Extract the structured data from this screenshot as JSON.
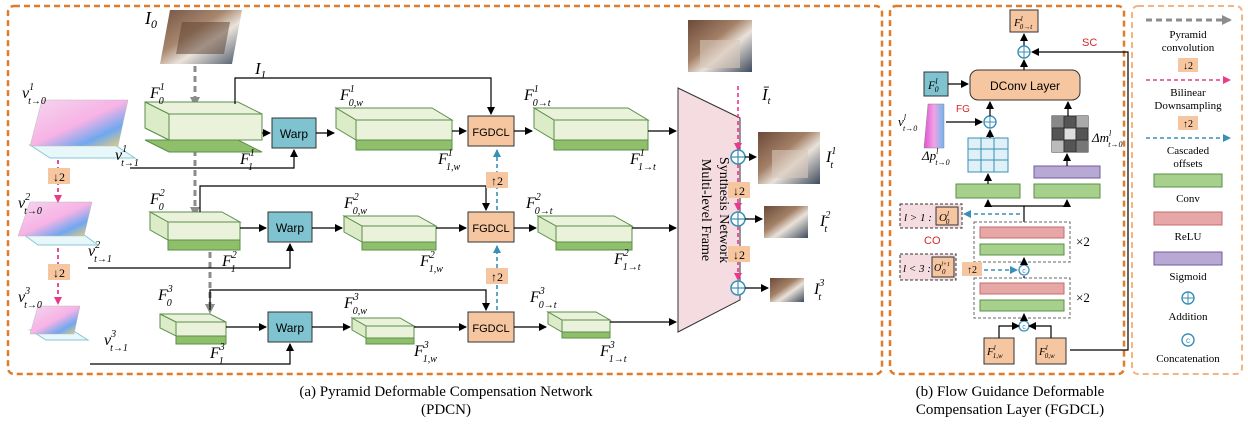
{
  "colors": {
    "orange_border": "#E07B2A",
    "feature_fill": "#EAF2DC",
    "feature_stroke": "#5A8F47",
    "feature_bottom": "#8FBF6A",
    "warp_fill": "#7EC3CF",
    "fgdcl_fill": "#F6C6A0",
    "synthesis_fill": "#F5DCE0",
    "conv_fill": "#A8D08D",
    "relu_fill": "#E8A7A7",
    "sigmoid_fill": "#B8A9D4",
    "pyramid_arrow": "#8C8C8C",
    "bilinear_arrow": "#E8398B",
    "cascade_arrow": "#3A8FB7",
    "red_text": "#D62728"
  },
  "pdcn": {
    "caption_line1": "(a) Pyramid Deformable Compensation Network",
    "caption_line2": "(PDCN)",
    "warp_label": "Warp",
    "fgdcl_label": "FGDCL",
    "synthesis_line1": "Multi-level Frame",
    "synthesis_line2": "Synthesis Network",
    "scale_down": "↓2",
    "scale_up": "↑2",
    "symbols": {
      "I0": "I",
      "I0_sub": "0",
      "I1": "I",
      "I1_sub": "1",
      "v": "v",
      "F": "F",
      "It": "I",
      "It_bar": "Ī",
      "t": "t"
    }
  },
  "fgdcl": {
    "caption_line1": "(b) Flow Guidance Deformable",
    "caption_line2": "Compensation Layer (FGDCL)",
    "dconv_label": "DConv Layer",
    "sc_label": "SC",
    "fg_label": "FG",
    "co_label": "CO",
    "x2": "×2",
    "cond1": "l > 1 :",
    "cond2": "l < 3 :",
    "up2": "↑2",
    "symbols": {
      "delta_p": "Δp",
      "delta_m": "Δm",
      "O": "O"
    }
  },
  "legend": {
    "items": [
      {
        "label": "Pyramid convolution",
        "line1": "Pyramid",
        "line2": "convolution"
      },
      {
        "label": "Bilinear Downsampling",
        "line1": "Bilinear",
        "line2": "Downsampling",
        "badge": "↓2"
      },
      {
        "label": "Cascaded offsets",
        "line1": "Cascaded",
        "line2": "offsets",
        "badge": "↑2"
      },
      {
        "label": "Conv"
      },
      {
        "label": "ReLU"
      },
      {
        "label": "Sigmoid"
      },
      {
        "label": "Addition"
      },
      {
        "label": "Concatenation"
      }
    ]
  }
}
